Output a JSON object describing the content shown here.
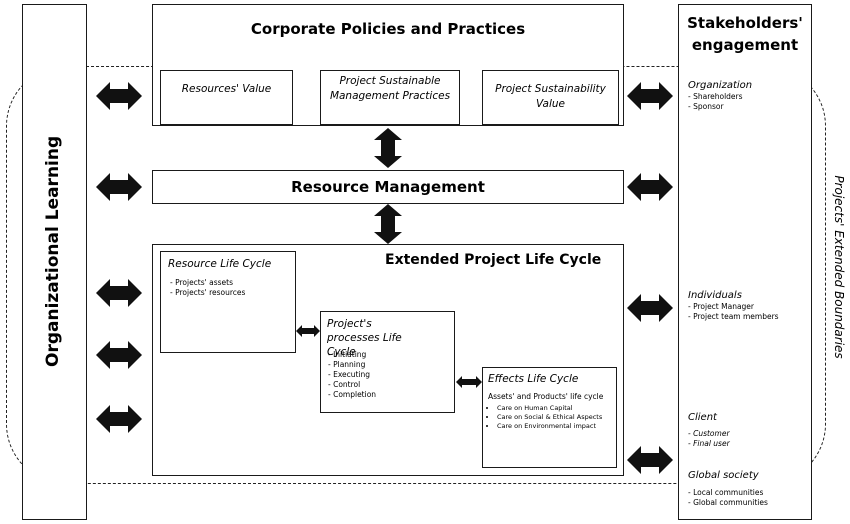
{
  "left_column": {
    "title": "Organizational Learning"
  },
  "right_column": {
    "title": "Stakeholders' engagement",
    "groups": [
      {
        "heading": "Organization",
        "items": [
          "- Shareholders",
          "- Sponsor"
        ]
      },
      {
        "heading": "Individuals",
        "items": [
          "- Project Manager",
          "- Project team members"
        ]
      },
      {
        "heading": "Client",
        "items": [
          "- Customer",
          "- Final user"
        ]
      },
      {
        "heading": "Global society",
        "items": [
          "- Local communities",
          "- Global communities"
        ]
      }
    ]
  },
  "boundary_label": "Projects' Extended Boundaries",
  "corporate": {
    "title": "Corporate Policies and Practices",
    "sub_boxes": [
      "Resources' Value",
      "Project Sustainable Management Practices",
      "Project Sustainability Value"
    ]
  },
  "resource_management": {
    "title": "Resource Management"
  },
  "extended": {
    "title": "Extended Project Life Cycle",
    "resource_lc": {
      "title": "Resource Life Cycle",
      "items": [
        "- Projects' assets",
        "- Projects' resources"
      ]
    },
    "process_lc": {
      "title": "Project's processes Life Cycle",
      "items": [
        "- Initiating",
        "- Planning",
        "- Executing",
        "- Control",
        "- Completion"
      ]
    },
    "effects_lc": {
      "title": "Effects Life Cycle",
      "subtitle": "Assets' and Products' life cycle",
      "items": [
        "Care on Human Capital",
        "Care on Social & Ethical Aspects",
        "Care on Environmental impact"
      ]
    }
  }
}
